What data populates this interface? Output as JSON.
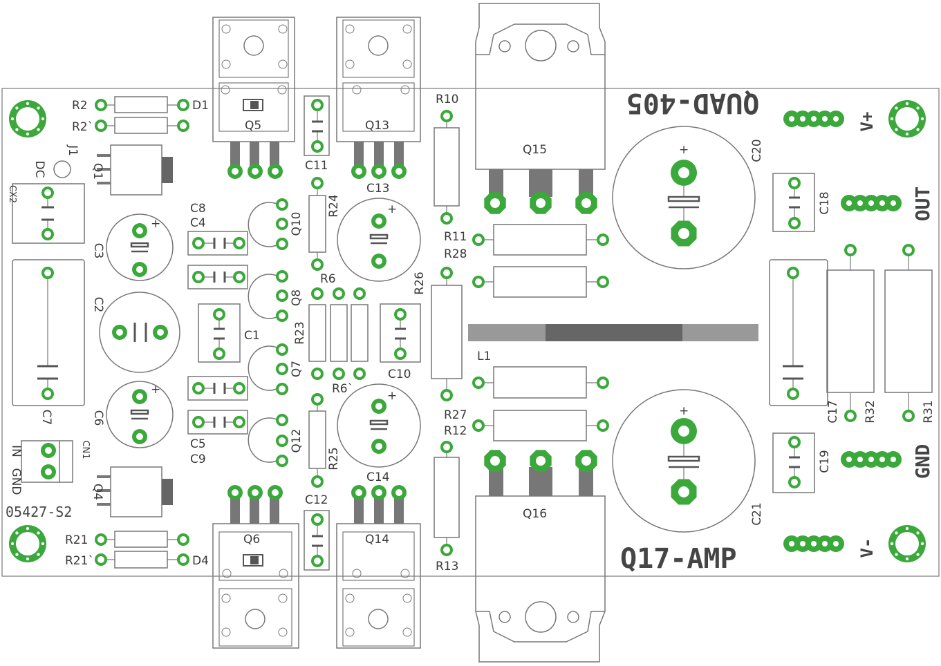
{
  "board": {
    "title_top": "QUAD-405",
    "title_bottom": "Q17-AMP",
    "part_number": "05427-S2",
    "colors": {
      "pad": "#3aa83a",
      "silkscreen": "#5a5a5a",
      "outline": "#777777",
      "background": "#ffffff",
      "inductor_dark": "#666666",
      "inductor_light": "#999999"
    }
  },
  "connectors": {
    "v_plus": "V+",
    "out": "OUT",
    "gnd": "GND",
    "v_minus": "V-",
    "in": "IN",
    "in_gnd": "GND",
    "cn1": "CN1",
    "cx2": "CX2"
  },
  "labels": {
    "R2": "R2",
    "R2p": "R2`",
    "D1": "D1",
    "J1": "J1",
    "DC": "DC",
    "Q1": "Q1",
    "C3": "C3",
    "C2": "C2",
    "C6": "C6",
    "C7": "C7",
    "C8": "C8",
    "C4": "C4",
    "C1": "C1",
    "C5": "C5",
    "C9": "C9",
    "Q4": "Q4",
    "R21": "R21",
    "R21p": "R21`",
    "D4": "D4",
    "Q5": "Q5",
    "Q6": "Q6",
    "Q10": "Q10",
    "Q8": "Q8",
    "Q7": "Q7",
    "Q12": "Q12",
    "C11": "C11",
    "C12": "C12",
    "R24": "R24",
    "R6": "R6",
    "R6p": "R6`",
    "R23": "R23",
    "R25": "R25",
    "Q13": "Q13",
    "Q14": "Q14",
    "C13": "C13",
    "C14": "C14",
    "C10": "C10",
    "R10": "R10",
    "R11": "R11",
    "R28": "R28",
    "R26": "R26",
    "R27": "R27",
    "R12": "R12",
    "R13": "R13",
    "L1": "L1",
    "Q15": "Q15",
    "Q16": "Q16",
    "C20": "C20",
    "C21": "C21",
    "C18": "C18",
    "C19": "C19",
    "C17": "C17",
    "R32": "R32",
    "R31": "R31"
  },
  "symbols": {
    "plus": "+"
  }
}
